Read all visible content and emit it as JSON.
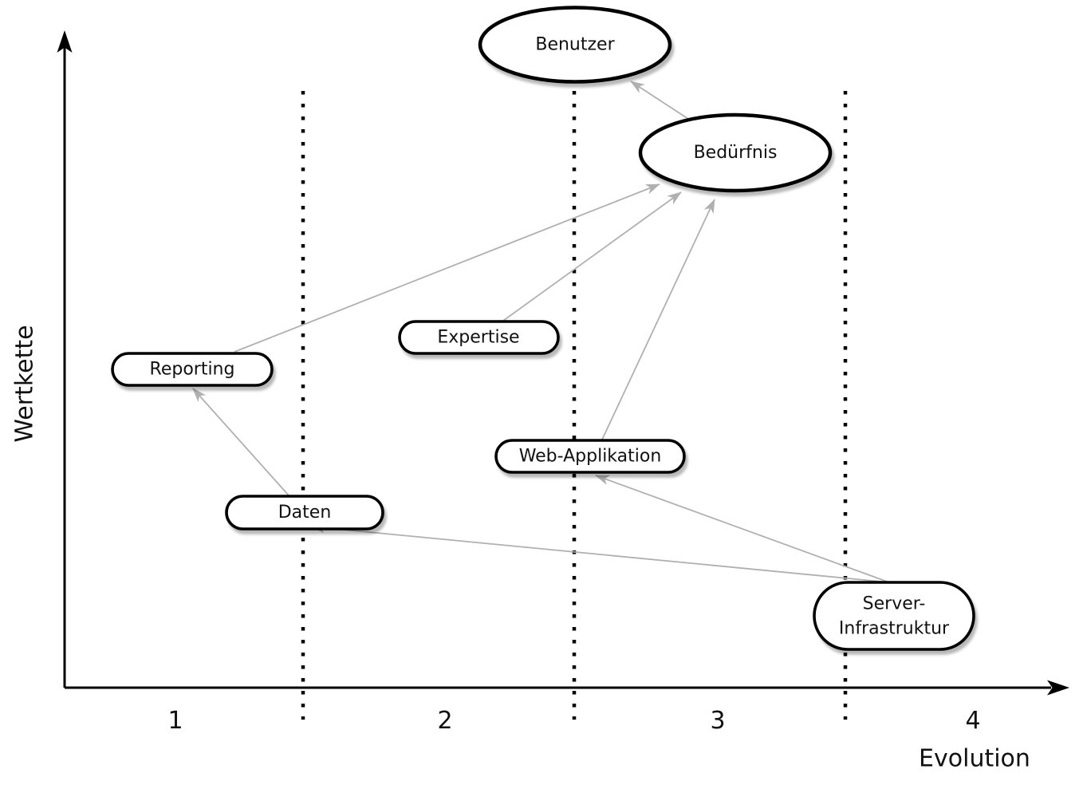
{
  "diagram": {
    "type": "wardley-map",
    "x_axis_label": "Evolution",
    "y_axis_label": "Wertkette",
    "x_ticks": [
      "1",
      "2",
      "3",
      "4"
    ],
    "nodes": {
      "benutzer": {
        "label": "Benutzer",
        "shape": "ellipse",
        "evolution_stage": 2.5,
        "value_chain": "top"
      },
      "beduerfnis": {
        "label": "Bedürfnis",
        "shape": "ellipse",
        "evolution_stage": 3.1,
        "value_chain": "high"
      },
      "reporting": {
        "label": "Reporting",
        "shape": "pill",
        "evolution_stage": 1.2,
        "value_chain": "middle"
      },
      "expertise": {
        "label": "Expertise",
        "shape": "pill",
        "evolution_stage": 2.3,
        "value_chain": "middle"
      },
      "webapp": {
        "label": "Web-Applikation",
        "shape": "pill",
        "evolution_stage": 2.6,
        "value_chain": "low-middle"
      },
      "daten": {
        "label": "Daten",
        "shape": "pill",
        "evolution_stage": 1.5,
        "value_chain": "low"
      },
      "server": {
        "label_line1": "Server-",
        "label_line2": "Infrastruktur",
        "label": "Server-Infrastruktur",
        "shape": "pill",
        "evolution_stage": 3.7,
        "value_chain": "bottom"
      }
    },
    "edges": [
      {
        "from": "beduerfnis",
        "to": "benutzer"
      },
      {
        "from": "reporting",
        "to": "beduerfnis"
      },
      {
        "from": "expertise",
        "to": "beduerfnis"
      },
      {
        "from": "webapp",
        "to": "beduerfnis"
      },
      {
        "from": "daten",
        "to": "reporting"
      },
      {
        "from": "server",
        "to": "webapp"
      },
      {
        "from": "server",
        "to": "daten"
      }
    ],
    "colors": {
      "node_fill": "#ffffff",
      "node_border": "#000000",
      "edge": "#b0b0b0",
      "axis": "#000000",
      "text": "#111111",
      "shadow": "#bdbdbd"
    }
  }
}
